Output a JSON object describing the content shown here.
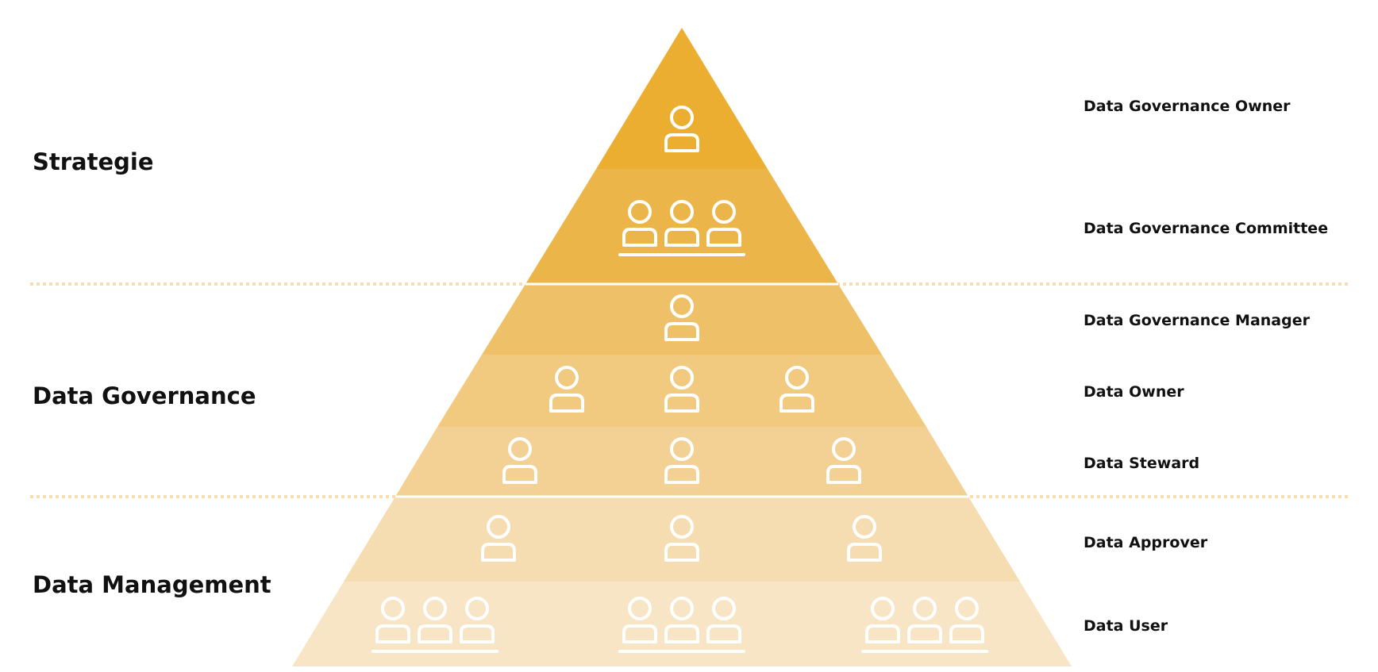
{
  "levels": [
    {
      "label": "Strategie"
    },
    {
      "label": "Data Governance"
    },
    {
      "label": "Data Management"
    }
  ],
  "roles": [
    {
      "label": "Data Governance Owner",
      "color": "#ECAE31",
      "icon": "person-icon",
      "people": 1
    },
    {
      "label": "Data Governance Committee",
      "color": "#ECB549",
      "icon": "group-icon",
      "people": 3
    },
    {
      "label": "Data Governance Manager",
      "color": "#EEC068",
      "icon": "person-icon",
      "people": 1
    },
    {
      "label": "Data Owner",
      "color": "#F1C97F",
      "icon": "person-icon",
      "people": 3
    },
    {
      "label": "Data Steward",
      "color": "#F3D194",
      "icon": "person-icon",
      "people": 3
    },
    {
      "label": "Data Approver",
      "color": "#F6DDB1",
      "icon": "person-icon",
      "people": 3
    },
    {
      "label": "Data User",
      "color": "#F8E5C6",
      "icon": "group-icon",
      "people": 9
    }
  ],
  "colors": {
    "separator": "#F7DDB0",
    "icon": "#ffffff"
  }
}
